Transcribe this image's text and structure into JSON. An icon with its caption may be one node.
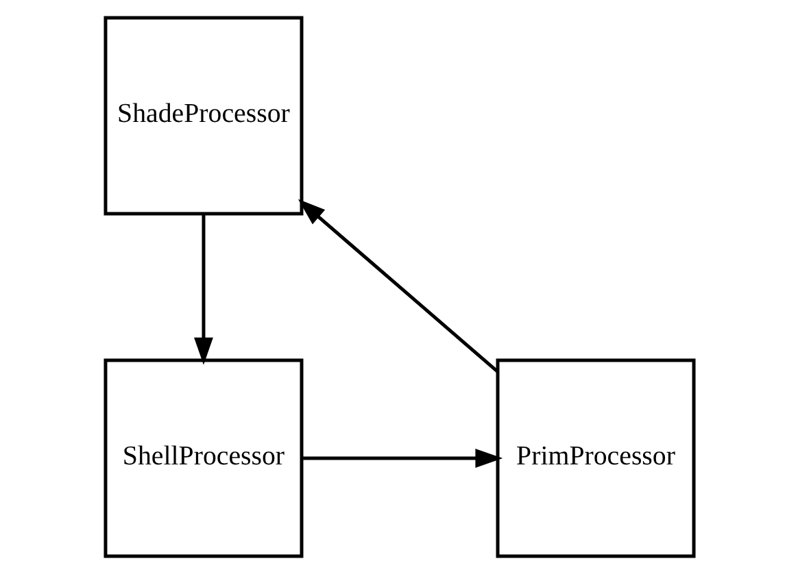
{
  "diagram": {
    "nodes": [
      {
        "text": [
          "ShadeProcessor"
        ]
      },
      {
        "text": [
          "ShellProcessor"
        ]
      },
      {
        "text": [
          "PrimProcessor"
        ]
      }
    ],
    "edges": [
      {
        "from": 0,
        "to": 1,
        "arrow": "to"
      },
      {
        "from": 1,
        "to": 2,
        "arrow": "to"
      },
      {
        "from": 2,
        "to": 0,
        "arrow": "to"
      }
    ]
  }
}
